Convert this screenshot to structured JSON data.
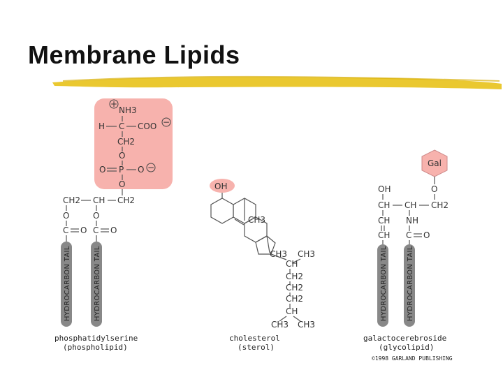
{
  "title": "Membrane Lipids",
  "colors": {
    "highlight": "#f7b2ad",
    "brush": "#e8c21a",
    "tail": "#888888"
  },
  "tail_label": "HYDROCARBON TAIL",
  "phospholipid": {
    "name": "phosphatidylserine",
    "class": "(phospholipid)",
    "plus": "+",
    "minus": "−",
    "nh3": "NH3",
    "h": "H",
    "c": "C",
    "coo": "COO",
    "ch2": "CH2",
    "o": "O",
    "p": "P",
    "ch": "CH"
  },
  "sterol": {
    "name": "cholesterol",
    "class": "(sterol)",
    "oh": "OH",
    "ch3": "CH3",
    "ch": "CH",
    "ch2": "CH2"
  },
  "glycolipid": {
    "name": "galactocerebroside",
    "class": "(glycolipid)",
    "gal": "Gal",
    "oh": "OH",
    "o": "O",
    "ch": "CH",
    "ch2": "CH2",
    "nh": "NH",
    "c": "C"
  },
  "copyright": "©1998 GARLAND PUBLISHING"
}
